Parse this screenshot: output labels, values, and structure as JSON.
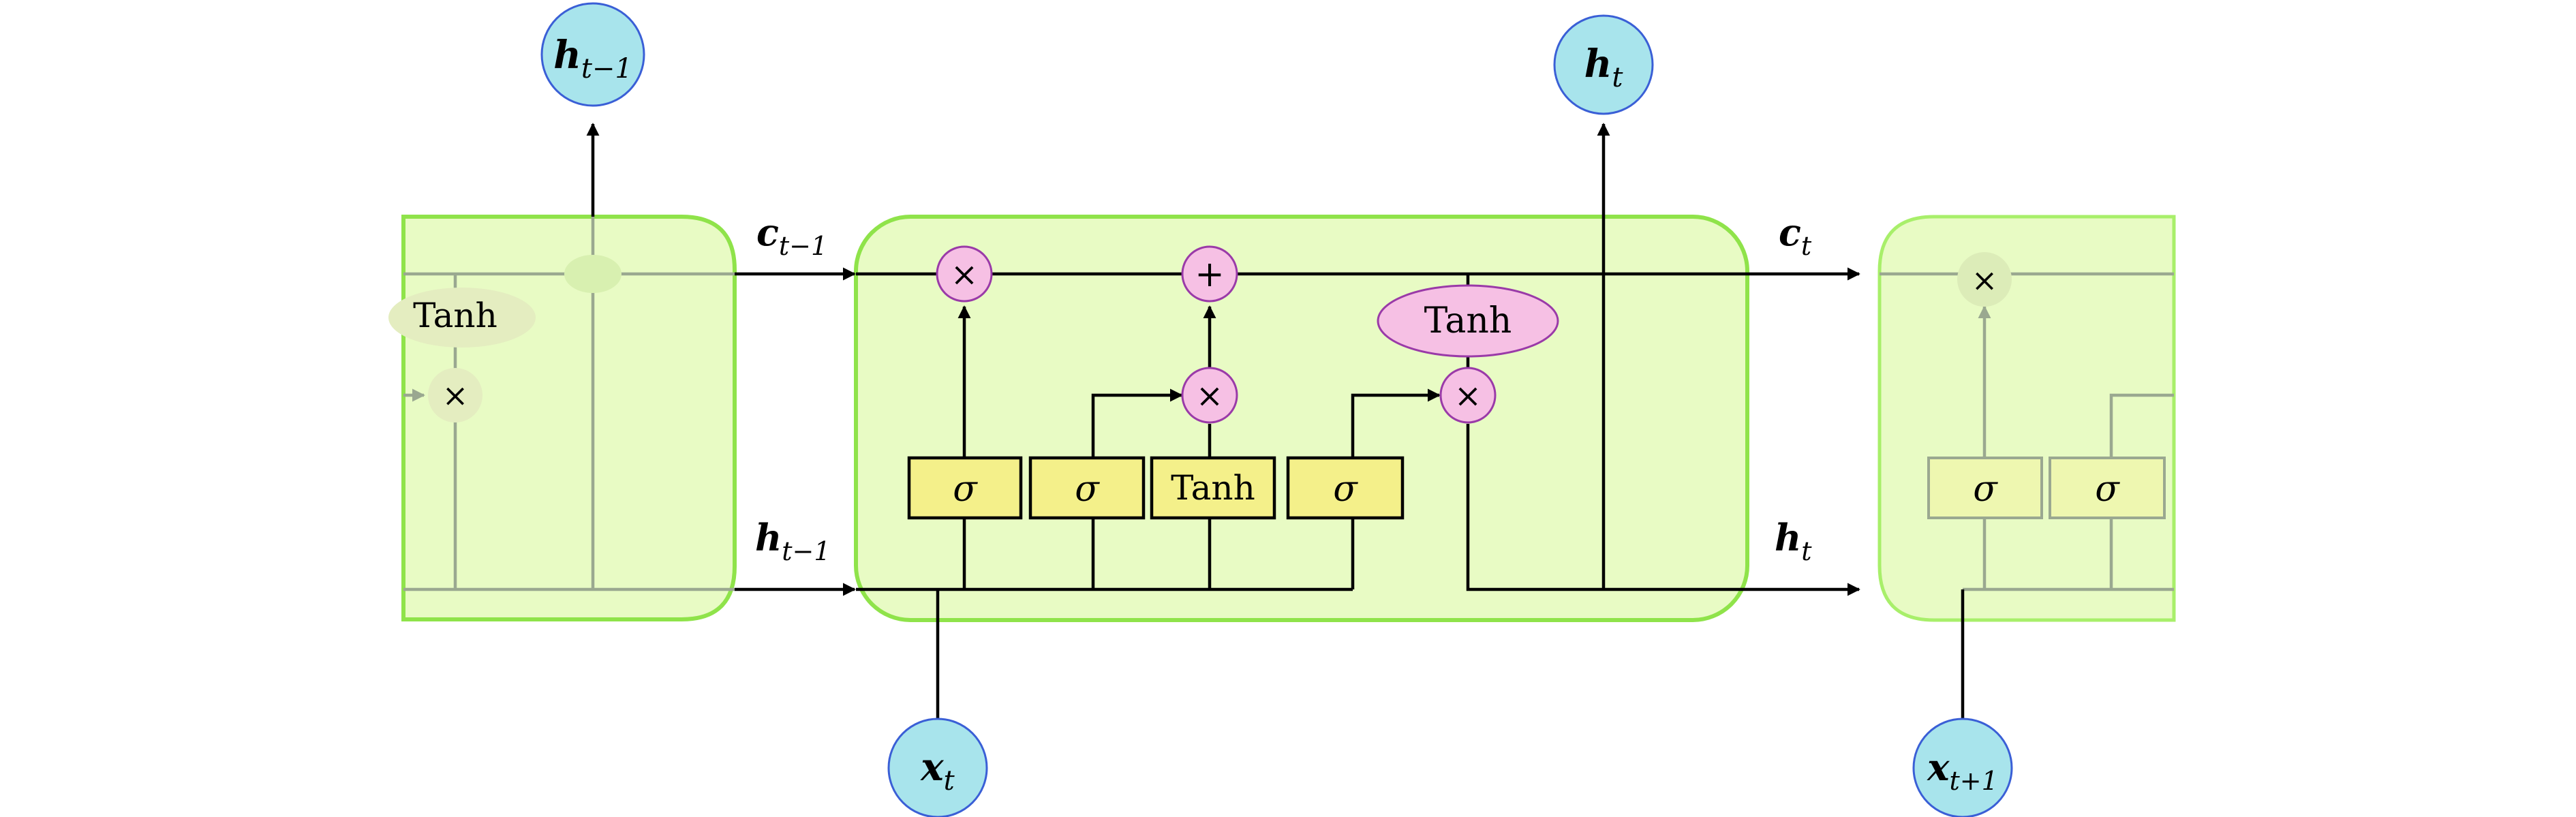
{
  "cells": {
    "prev": {
      "tanh_label": "Tanh",
      "times_symbol": "×"
    },
    "current": {
      "gates": [
        "σ",
        "σ",
        "Tanh",
        "σ"
      ],
      "times_symbol": "×",
      "plus_symbol": "+",
      "tanh_label": "Tanh"
    },
    "next": {
      "gates": [
        "σ",
        "σ"
      ],
      "times_symbol": "×"
    }
  },
  "nodes": {
    "h_prev_out": {
      "base": "h",
      "sub": "t−1"
    },
    "h_t_out": {
      "base": "h",
      "sub": "t"
    },
    "x_t": {
      "base": "x",
      "sub": "t"
    },
    "x_next": {
      "base": "x",
      "sub": "t+1"
    }
  },
  "edge_labels": {
    "c_prev": {
      "base": "c",
      "sub": "t−1"
    },
    "c_t": {
      "base": "c",
      "sub": "t"
    },
    "h_prev": {
      "base": "h",
      "sub": "t−1"
    },
    "h_t": {
      "base": "h",
      "sub": "t"
    }
  },
  "colors": {
    "cell_fill": "#e8fbc4",
    "cell_border": "#8fe34a",
    "node_fill": "#a8e4ec",
    "node_border": "#3a5fd6",
    "op_fill": "#f6c0e4",
    "op_border": "#9a3aa8",
    "gate_fill": "#f4f08a"
  }
}
